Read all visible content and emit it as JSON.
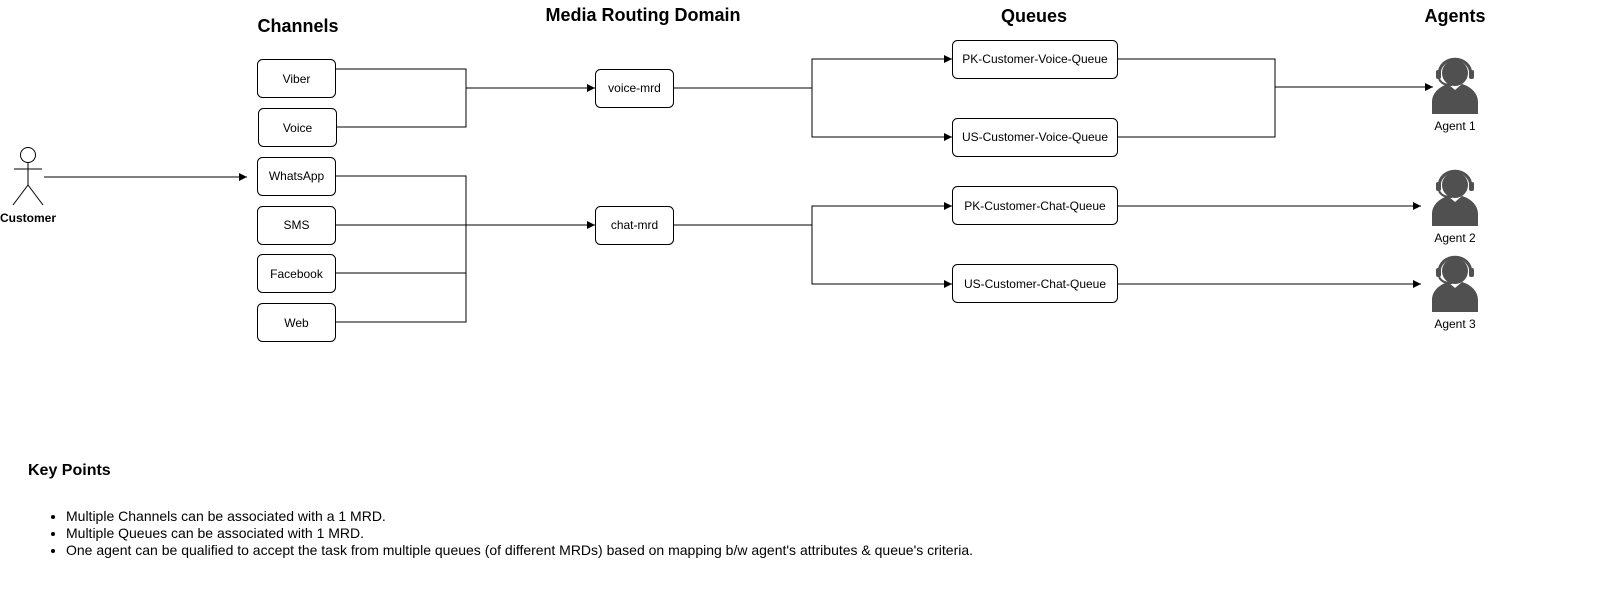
{
  "headings": {
    "channels": "Channels",
    "mrd": "Media Routing Domain",
    "queues": "Queues",
    "agents": "Agents"
  },
  "customer": {
    "label": "Customer"
  },
  "channels": [
    {
      "label": "Viber"
    },
    {
      "label": "Voice"
    },
    {
      "label": "WhatsApp"
    },
    {
      "label": "SMS"
    },
    {
      "label": "Facebook"
    },
    {
      "label": "Web"
    }
  ],
  "mrds": [
    {
      "label": "voice-mrd"
    },
    {
      "label": "chat-mrd"
    }
  ],
  "queues": [
    {
      "label": "PK-Customer-Voice-Queue"
    },
    {
      "label": "US-Customer-Voice-Queue"
    },
    {
      "label": "PK-Customer-Chat-Queue"
    },
    {
      "label": "US-Customer-Chat-Queue"
    }
  ],
  "agents": [
    {
      "label": "Agent 1",
      "icon": "agent-headset-icon"
    },
    {
      "label": "Agent 2",
      "icon": "agent-headset-icon"
    },
    {
      "label": "Agent 3",
      "icon": "agent-headset-icon"
    }
  ],
  "key_points": {
    "title": "Key Points",
    "items": [
      "Multiple Channels can be associated with a 1 MRD.",
      "Multiple Queues can be associated with 1 MRD.",
      "One agent can be qualified to accept the task from multiple queues (of different MRDs) based on mapping b/w agent's attributes & queue's criteria."
    ]
  },
  "colors": {
    "line": "#000000",
    "agent_fill": "#505050",
    "node_fill": "#ffffff"
  }
}
